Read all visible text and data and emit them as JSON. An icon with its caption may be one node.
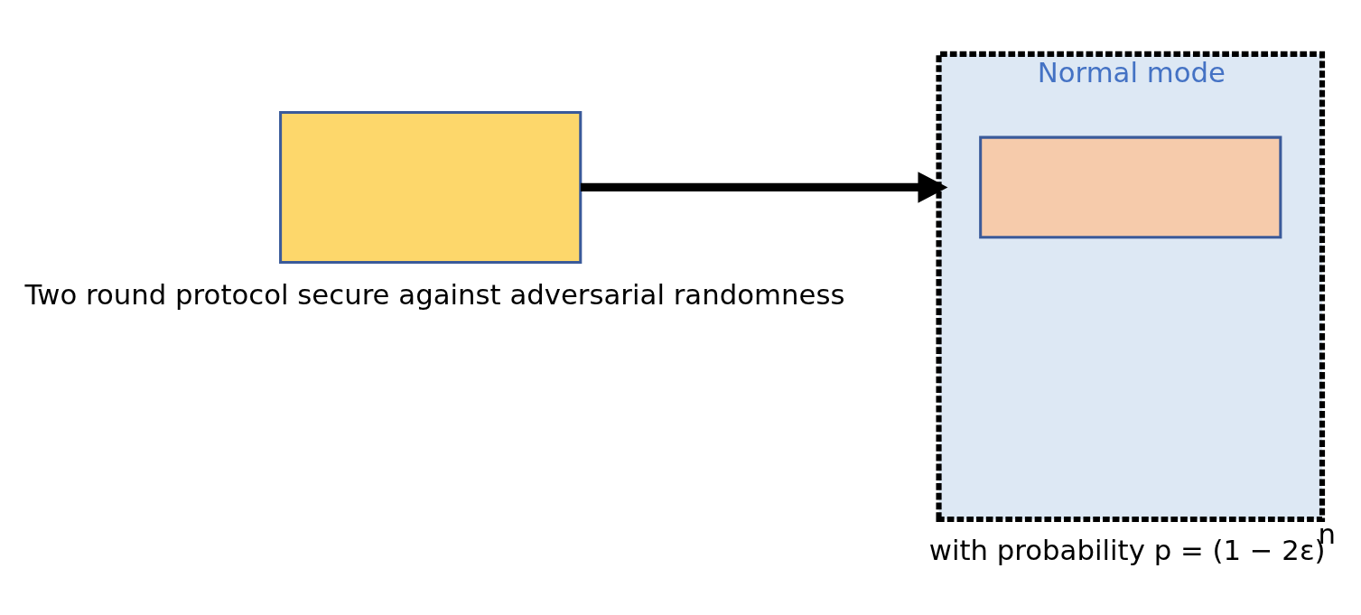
{
  "diagram": {
    "nodes": [
      {
        "text": [],
        "shape": "box",
        "beside": [
          "Two round protocol secure against adversarial randomness"
        ]
      },
      {
        "text": [
          "Normal mode"
        ],
        "beside": [
          "with probability p = (1 − 2ε)$^{n}$"
        ]
      },
      {
        "text": [],
        "shape": "box",
        "in": 1
      }
    ],
    "edges": [
      {
        "from": 0,
        "to": 1,
        "arrow": "to"
      }
    ]
  }
}
